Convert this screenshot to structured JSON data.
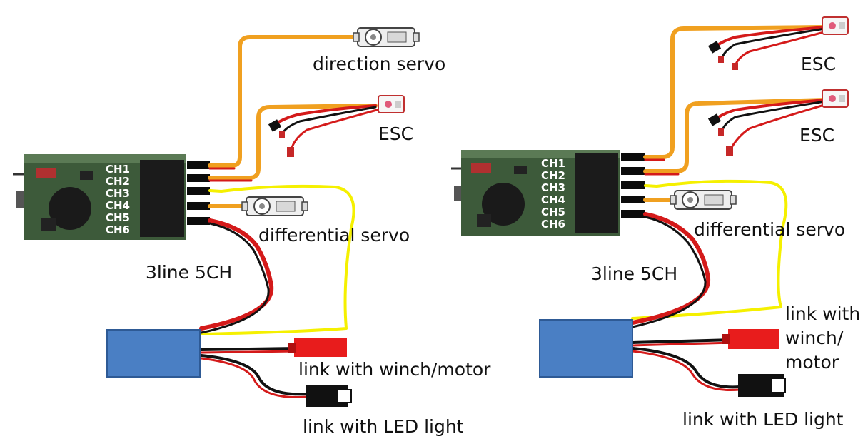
{
  "left": {
    "channels": [
      "CH1",
      "CH2",
      "CH3",
      "CH4",
      "CH5",
      "CH6"
    ],
    "labels": {
      "top_servo": "direction servo",
      "esc": "ESC",
      "differential_servo": "differential servo",
      "mode": "3line 5CH",
      "link_motor": "link with winch/motor",
      "link_led": "link with LED light"
    }
  },
  "right": {
    "channels": [
      "CH1",
      "CH2",
      "CH3",
      "CH4",
      "CH5",
      "CH6"
    ],
    "labels": {
      "esc_top": "ESC",
      "esc": "ESC",
      "differential_servo": "differential servo",
      "mode": "3line  5CH",
      "link_motor_1": "link with",
      "link_motor_2": "winch/",
      "link_motor_3": "motor",
      "link_led": "link with LED light"
    }
  },
  "colors": {
    "board": "#3d5a3a",
    "module": "#4a7fc4",
    "signal_orange": "#f0a020",
    "signal_yellow": "#f5f000",
    "wire_red": "#d41a1a",
    "wire_black": "#111111"
  }
}
